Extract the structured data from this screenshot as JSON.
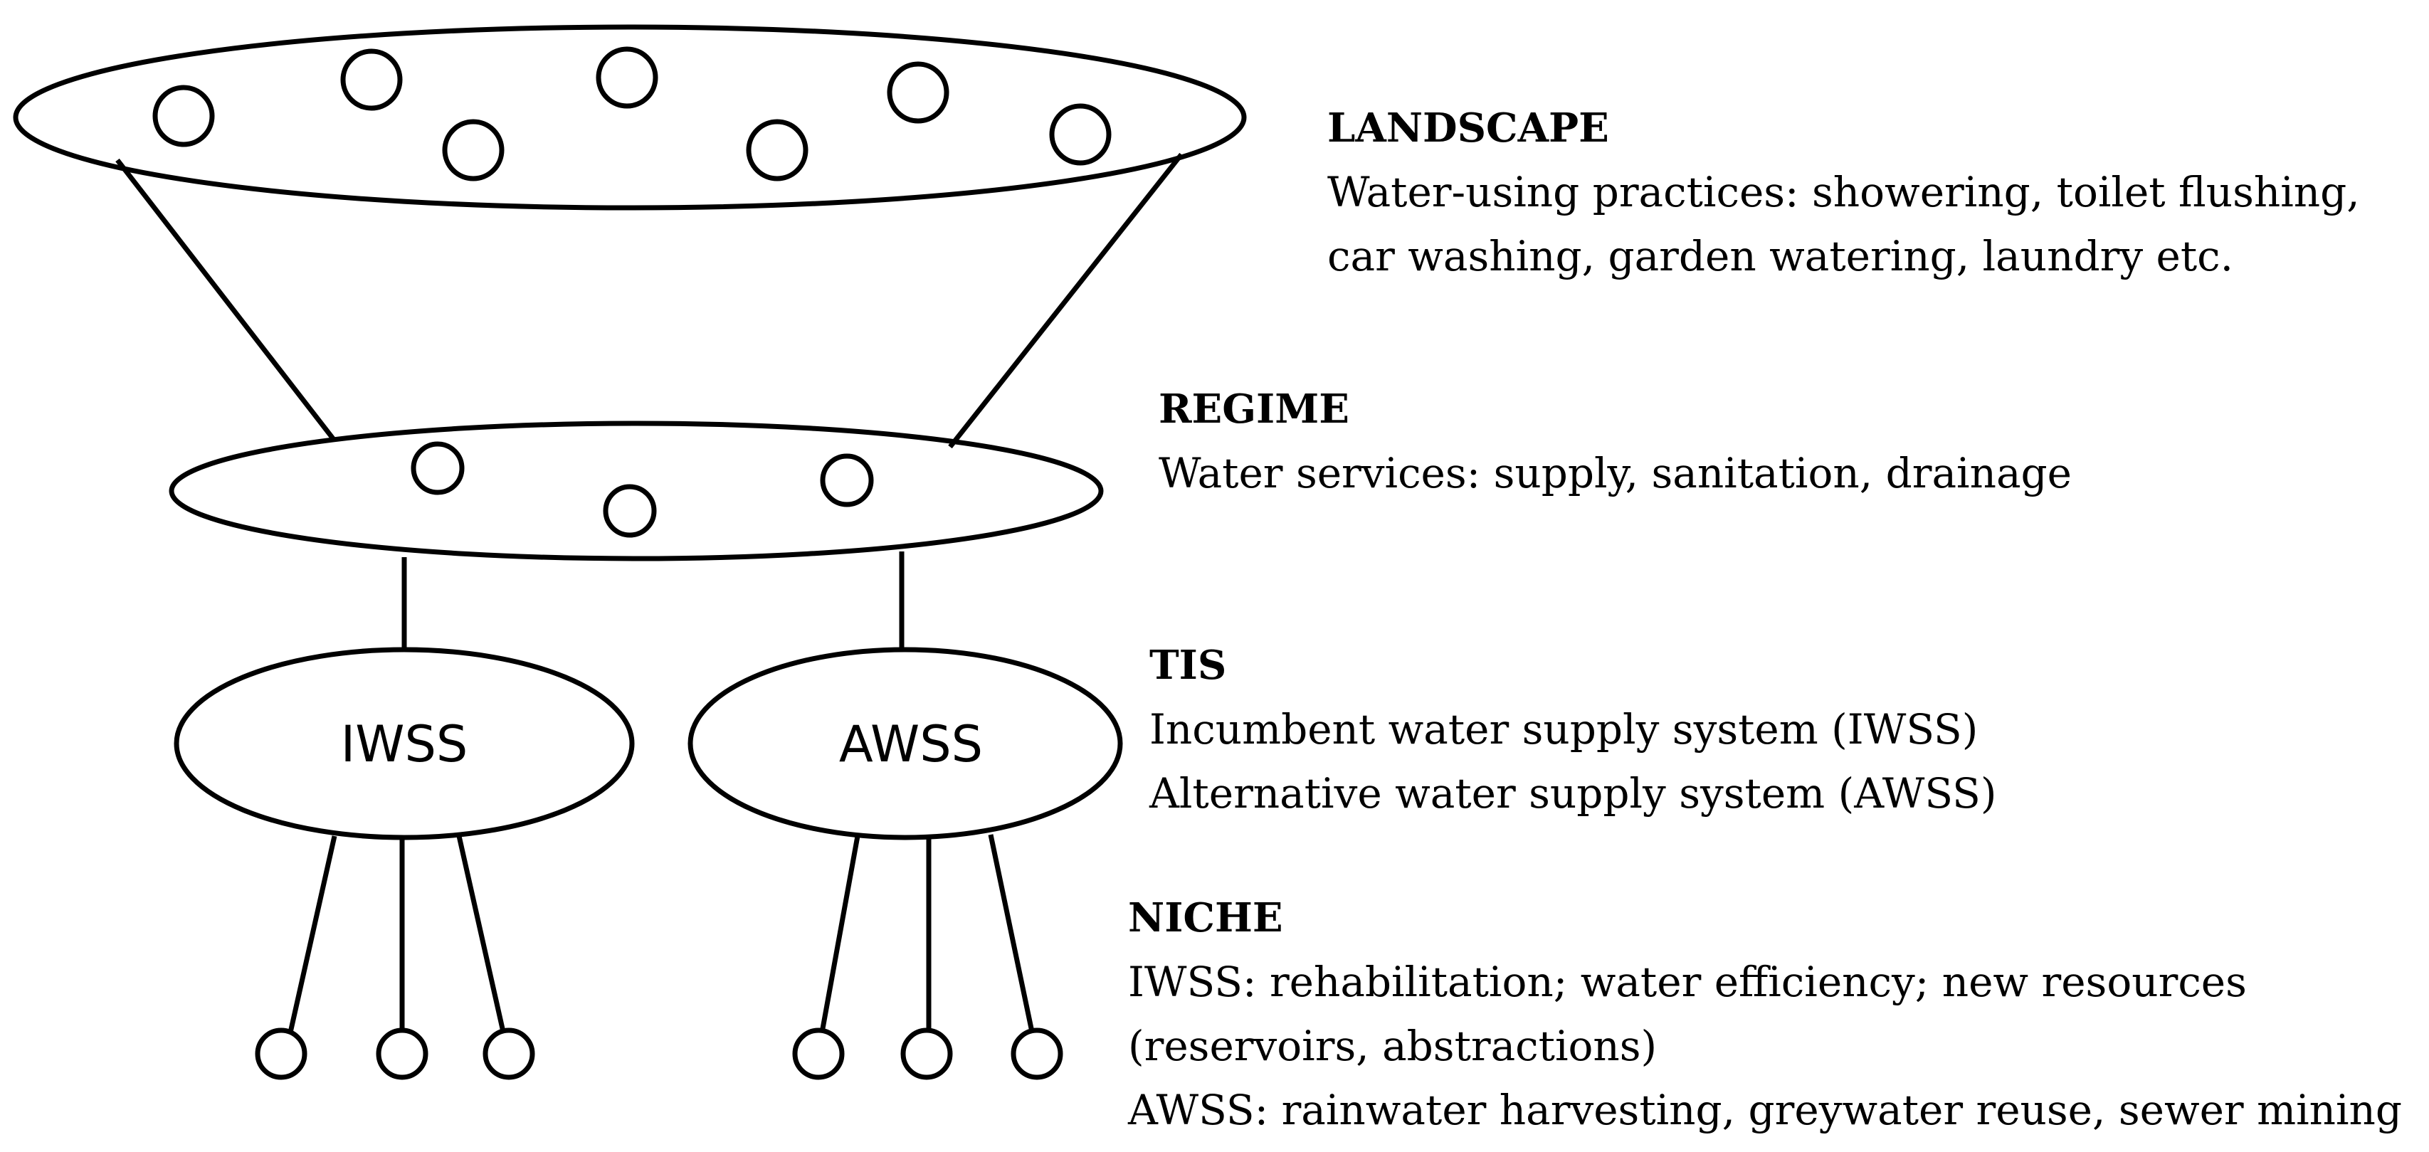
{
  "levels": {
    "landscape": {
      "title": "LANDSCAPE",
      "lines": [
        "Water-using practices: showering, toilet flushing,",
        "car washing, garden watering, laundry etc."
      ]
    },
    "regime": {
      "title": "REGIME",
      "lines": [
        "Water services: supply, sanitation, drainage"
      ]
    },
    "tis": {
      "title": "TIS",
      "lines": [
        "Incumbent water supply system (IWSS)",
        "Alternative water supply system (AWSS)"
      ]
    },
    "niche": {
      "title": "NICHE",
      "lines": [
        "IWSS: rehabilitation; water efficiency; new resources",
        "(reservoirs, abstractions)",
        "AWSS: rainwater harvesting, greywater reuse, sewer mining"
      ]
    }
  },
  "nodes": {
    "iwss_label": "IWSS",
    "awss_label": "AWSS"
  }
}
